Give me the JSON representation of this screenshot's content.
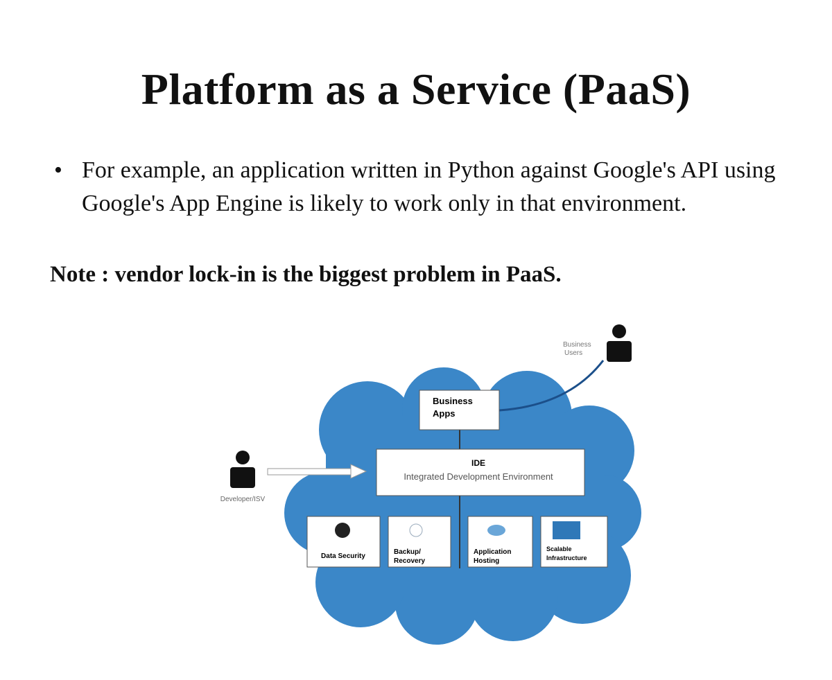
{
  "slide": {
    "title": "Platform as a Service (PaaS)",
    "bullet_marker": "•",
    "bullet_text": "For example, an application written in Python against Google's API using Google's App Engine is likely to work only in that environment.",
    "note": "Note : vendor lock-in is the biggest problem in PaaS."
  },
  "diagram": {
    "business_users": [
      "Business",
      "Users"
    ],
    "developer": "Developer/ISV",
    "business_apps": [
      "Business",
      "Apps"
    ],
    "ide_title": "IDE",
    "ide_subtitle": "Integrated Development Environment",
    "services": {
      "data_security": [
        "Data Security"
      ],
      "backup": [
        "Backup/",
        "Recovery"
      ],
      "hosting": [
        "Application",
        "Hosting"
      ],
      "infra": [
        "Scalable",
        "Infrastructure"
      ]
    },
    "cloud_color": "#3b87c8"
  }
}
